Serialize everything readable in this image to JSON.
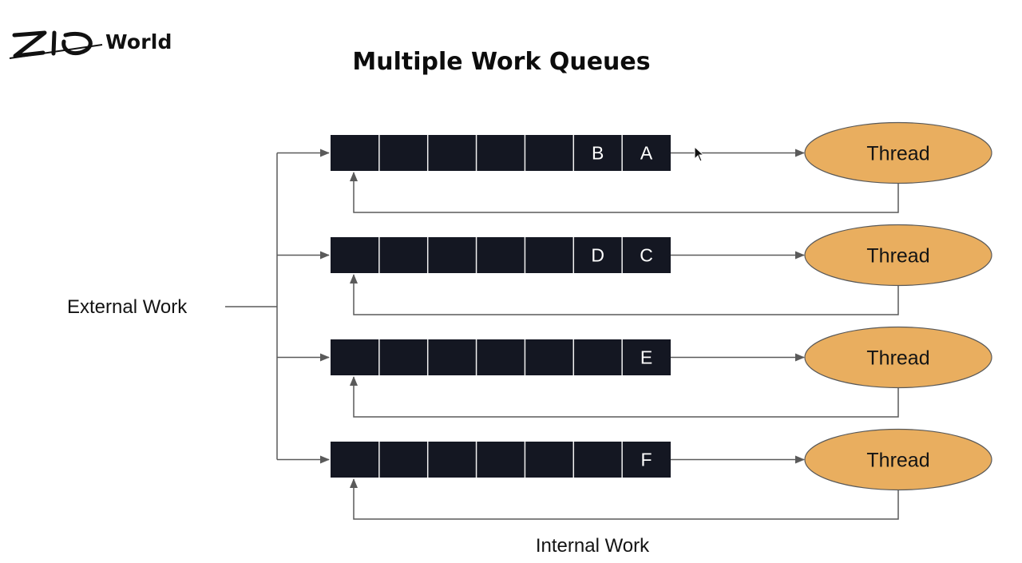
{
  "logo": {
    "mark_text": "ZIO",
    "word": "World"
  },
  "title": "Multiple Work Queues",
  "colors": {
    "queue_fill": "#141722",
    "queue_divider": "#f2f2f2",
    "thread_fill": "#e9ae5f",
    "thread_stroke": "#595959",
    "line": "#5a5a5a",
    "text": "#141414",
    "cell_text": "#ffffff"
  },
  "labels": {
    "external": "External Work",
    "internal": "Internal Work"
  },
  "queues": [
    {
      "cells": [
        "",
        "",
        "",
        "",
        "",
        "B",
        "A"
      ],
      "thread": "Thread"
    },
    {
      "cells": [
        "",
        "",
        "",
        "",
        "",
        "D",
        "C"
      ],
      "thread": "Thread"
    },
    {
      "cells": [
        "",
        "",
        "",
        "",
        "",
        "",
        "E"
      ],
      "thread": "Thread"
    },
    {
      "cells": [
        "",
        "",
        "",
        "",
        "",
        "",
        "F"
      ],
      "thread": "Thread"
    }
  ]
}
